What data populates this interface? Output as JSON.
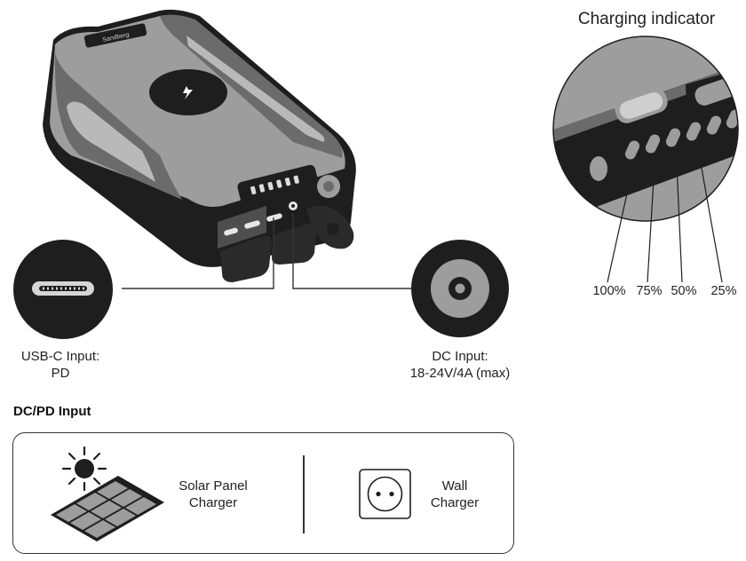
{
  "device": {
    "brand_text": "Sandberg",
    "usbc_label_line1": "USB-C Input:",
    "usbc_label_line2": "PD",
    "dc_label_line1": "DC Input:",
    "dc_label_line2": "18-24V/4A (max)"
  },
  "charging_indicator": {
    "title": "Charging indicator",
    "levels": [
      "100%",
      "75%",
      "50%",
      "25%"
    ]
  },
  "input_section": {
    "title": "DC/PD Input",
    "solar_line1": "Solar Panel",
    "solar_line2": "Charger",
    "wall_line1": "Wall",
    "wall_line2": "Charger"
  },
  "colors": {
    "body_gray": "#9a9a9a",
    "dark": "#1e1e1e",
    "mid_gray": "#6b6b6b"
  }
}
